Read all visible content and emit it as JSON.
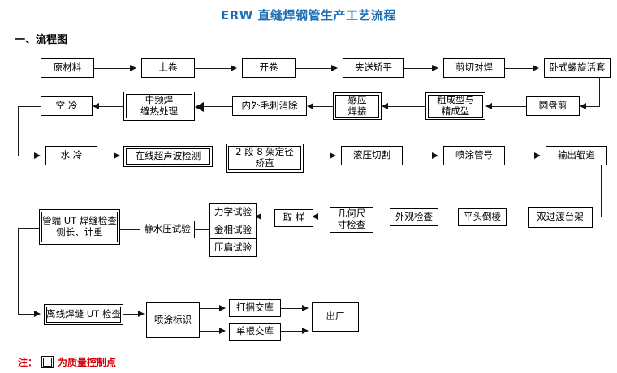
{
  "header": {
    "title": "ERW 直缝焊钢管生产工艺流程",
    "subtitle": "一、流程图",
    "title_color": "#1c6eb4"
  },
  "note": {
    "prefix": "注：",
    "icon": "double-square-icon",
    "text": "为质量控制点",
    "color": "#d2000a"
  },
  "flow": {
    "rows": [
      {
        "id": "row-1",
        "direction": "ltr",
        "nodes": [
          {
            "id": "n1",
            "label": "原材料",
            "qc": false
          },
          {
            "id": "n2",
            "label": "上卷",
            "qc": false
          },
          {
            "id": "n3",
            "label": "开卷",
            "qc": false
          },
          {
            "id": "n4",
            "label": "夹送矫平",
            "qc": false
          },
          {
            "id": "n5",
            "label": "剪切对焊",
            "qc": false
          },
          {
            "id": "n6",
            "label": "卧式螺旋活套",
            "qc": false
          }
        ]
      },
      {
        "id": "row-2",
        "direction": "rtl",
        "nodes": [
          {
            "id": "n7",
            "label": "圆盘剪",
            "qc": false
          },
          {
            "id": "n8",
            "label": "粗成型与\n精成型",
            "qc": true
          },
          {
            "id": "n9",
            "label": "感应\n焊接",
            "qc": true
          },
          {
            "id": "n10",
            "label": "内外毛刺消除",
            "qc": false
          },
          {
            "id": "n11",
            "label": "中频焊\n缝热处理",
            "qc": true
          },
          {
            "id": "n12",
            "label": "空 冷",
            "qc": false
          }
        ]
      },
      {
        "id": "row-3",
        "direction": "ltr",
        "nodes": [
          {
            "id": "n13",
            "label": "水 冷",
            "qc": false
          },
          {
            "id": "n14",
            "label": "在线超声波检测",
            "qc": true
          },
          {
            "id": "n15",
            "label": "2 段 8 架定径\n矫直",
            "qc": true
          },
          {
            "id": "n16",
            "label": "滚压切割",
            "qc": false
          },
          {
            "id": "n17",
            "label": "喷涂管号",
            "qc": false
          },
          {
            "id": "n18",
            "label": "输出辊道",
            "qc": false
          }
        ]
      },
      {
        "id": "row-4",
        "direction": "rtl",
        "nodes": [
          {
            "id": "n19",
            "label": "双过渡台架",
            "qc": false
          },
          {
            "id": "n20",
            "label": "平头倒棱",
            "qc": false
          },
          {
            "id": "n21",
            "label": "外观检查",
            "qc": false
          },
          {
            "id": "n22",
            "label": "几何尺\n寸检查",
            "qc": false
          },
          {
            "id": "n23",
            "label": "取 样",
            "qc": false
          },
          {
            "id": "n24a",
            "label": "力学试验",
            "qc": false
          },
          {
            "id": "n24b",
            "label": "金相试验",
            "qc": false
          },
          {
            "id": "n24c",
            "label": "压扁试验",
            "qc": false
          },
          {
            "id": "n25",
            "label": "静水压试验",
            "qc": false
          },
          {
            "id": "n26",
            "label": "管端 UT 焊缝检查\n侧长、计重",
            "qc": true
          }
        ]
      },
      {
        "id": "row-5",
        "direction": "ltr",
        "nodes": [
          {
            "id": "n27",
            "label": "离线焊缝 UT 检查",
            "qc": true
          },
          {
            "id": "n28",
            "label": "喷涂标识",
            "qc": false
          },
          {
            "id": "n29",
            "label": "打捆交库",
            "qc": false
          },
          {
            "id": "n30",
            "label": "单根交库",
            "qc": false
          },
          {
            "id": "n31",
            "label": "出厂",
            "qc": false
          }
        ]
      }
    ]
  }
}
